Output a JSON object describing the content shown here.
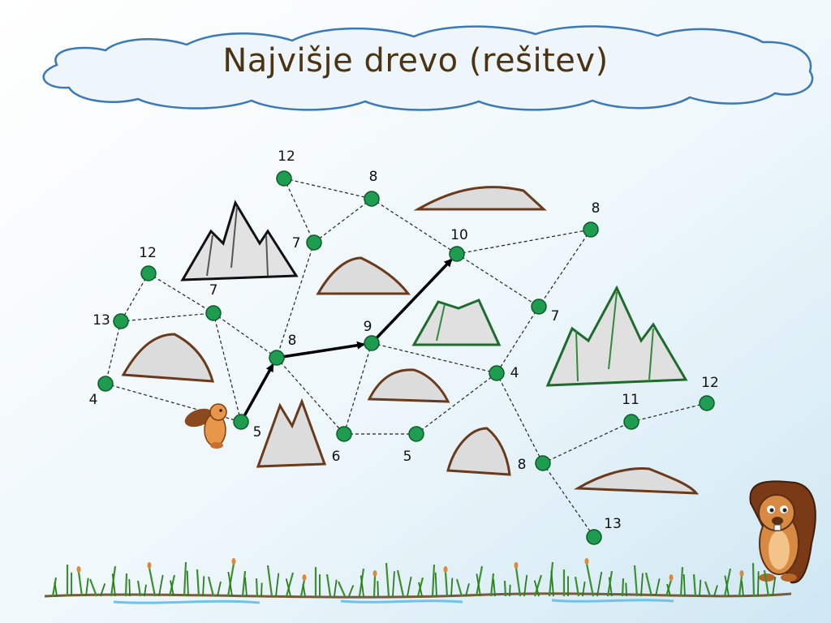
{
  "title": "Najvišje drevo (rešitev)",
  "colors": {
    "node": "#1e9c4f",
    "edge": "#222222",
    "path": "#000000",
    "cloud_stroke": "#3a78b8",
    "mountain_fill": "#d8d8d8"
  },
  "graph": {
    "nodes": [
      {
        "id": "n1",
        "value": "12"
      },
      {
        "id": "n2",
        "value": "8"
      },
      {
        "id": "n3",
        "value": "7"
      },
      {
        "id": "n4",
        "value": "10"
      },
      {
        "id": "n5",
        "value": "8"
      },
      {
        "id": "n6",
        "value": "12"
      },
      {
        "id": "n7",
        "value": "7"
      },
      {
        "id": "n8",
        "value": "13"
      },
      {
        "id": "n9",
        "value": "8"
      },
      {
        "id": "n10",
        "value": "9"
      },
      {
        "id": "n11",
        "value": "7"
      },
      {
        "id": "n12",
        "value": "4"
      },
      {
        "id": "n13",
        "value": "4"
      },
      {
        "id": "n14",
        "value": "5"
      },
      {
        "id": "n15",
        "value": "6"
      },
      {
        "id": "n16",
        "value": "5"
      },
      {
        "id": "n17",
        "value": "8"
      },
      {
        "id": "n18",
        "value": "11"
      },
      {
        "id": "n19",
        "value": "12"
      },
      {
        "id": "n20",
        "value": "13"
      }
    ],
    "edges": [
      [
        "n1",
        "n2"
      ],
      [
        "n1",
        "n3"
      ],
      [
        "n2",
        "n3"
      ],
      [
        "n2",
        "n4"
      ],
      [
        "n3",
        "n9"
      ],
      [
        "n4",
        "n5"
      ],
      [
        "n4",
        "n11"
      ],
      [
        "n5",
        "n11"
      ],
      [
        "n11",
        "n13"
      ],
      [
        "n6",
        "n8"
      ],
      [
        "n6",
        "n7"
      ],
      [
        "n8",
        "n7"
      ],
      [
        "n8",
        "n12"
      ],
      [
        "n12",
        "n14"
      ],
      [
        "n7",
        "n9"
      ],
      [
        "n7",
        "n14"
      ],
      [
        "n9",
        "n15"
      ],
      [
        "n10",
        "n15"
      ],
      [
        "n10",
        "n13"
      ],
      [
        "n15",
        "n16"
      ],
      [
        "n16",
        "n13"
      ],
      [
        "n13",
        "n17"
      ],
      [
        "n17",
        "n18"
      ],
      [
        "n18",
        "n19"
      ],
      [
        "n17",
        "n20"
      ]
    ],
    "path": [
      [
        "n14",
        "n9"
      ],
      [
        "n9",
        "n10"
      ],
      [
        "n10",
        "n4"
      ]
    ]
  }
}
